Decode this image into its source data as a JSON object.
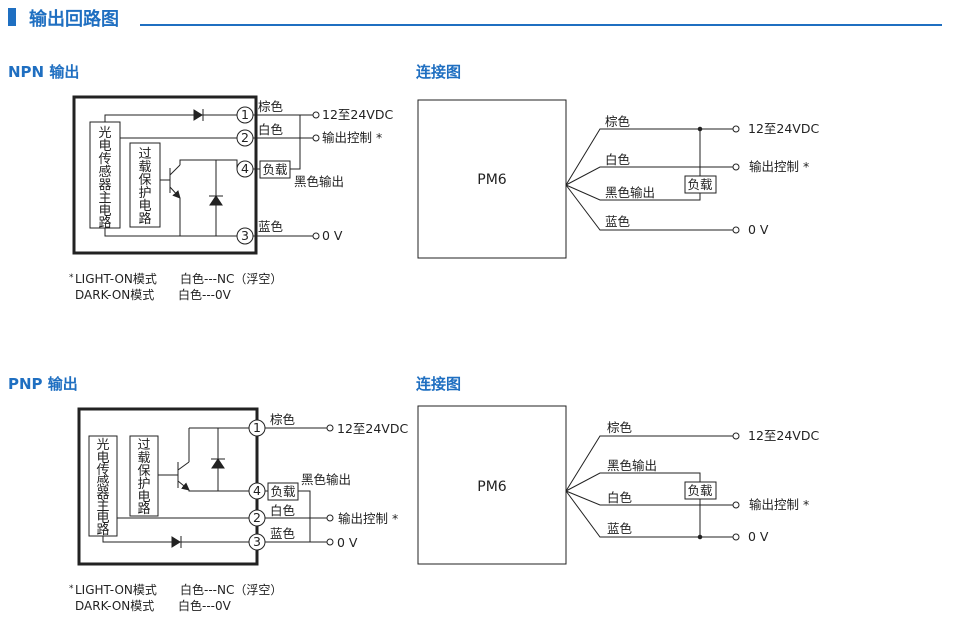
{
  "header": {
    "title": "输出回路图"
  },
  "npn": {
    "title": "NPN 输出",
    "circuit": {
      "sensor_main": [
        "光",
        "电",
        "传",
        "感",
        "器",
        "主",
        "电",
        "路"
      ],
      "protection": [
        "过",
        "载",
        "保",
        "护",
        "电",
        "路"
      ],
      "pins": [
        "1",
        "2",
        "4",
        "3"
      ],
      "wires": [
        "棕色",
        "白色",
        "蓝色"
      ],
      "load": "负载",
      "black_output": "黑色输出",
      "terminals": [
        "12至24VDC",
        "输出控制 *",
        "0 V"
      ]
    },
    "notes": [
      {
        "star": "*",
        "mode": "LIGHT-ON模式",
        "desc": "白色---NC（浮空）"
      },
      {
        "star": "",
        "mode": "DARK-ON模式",
        "desc": "白色---0V"
      }
    ]
  },
  "npn_connect": {
    "title": "连接图",
    "device": "PM6",
    "wires": [
      "棕色",
      "白色",
      "黑色输出",
      "蓝色"
    ],
    "load": "负载",
    "terminals": [
      "12至24VDC",
      "输出控制 *",
      "0 V"
    ]
  },
  "pnp": {
    "title": "PNP 输出",
    "circuit": {
      "sensor_main": [
        "光",
        "电",
        "传",
        "感",
        "器",
        "主",
        "电",
        "路"
      ],
      "protection": [
        "过",
        "载",
        "保",
        "护",
        "电",
        "路"
      ],
      "pins": [
        "1",
        "4",
        "2",
        "3"
      ],
      "wires": [
        "棕色",
        "白色",
        "蓝色"
      ],
      "load": "负载",
      "black_output": "黑色输出",
      "terminals": [
        "12至24VDC",
        "输出控制 *",
        "0 V"
      ]
    },
    "notes": [
      {
        "star": "*",
        "mode": "LIGHT-ON模式",
        "desc": "白色---NC（浮空）"
      },
      {
        "star": "",
        "mode": "DARK-ON模式",
        "desc": "白色---0V"
      }
    ]
  },
  "pnp_connect": {
    "title": "连接图",
    "device": "PM6",
    "wires": [
      "棕色",
      "黑色输出",
      "白色",
      "蓝色"
    ],
    "load": "负载",
    "terminals": [
      "12至24VDC",
      "输出控制 *",
      "0 V"
    ]
  }
}
